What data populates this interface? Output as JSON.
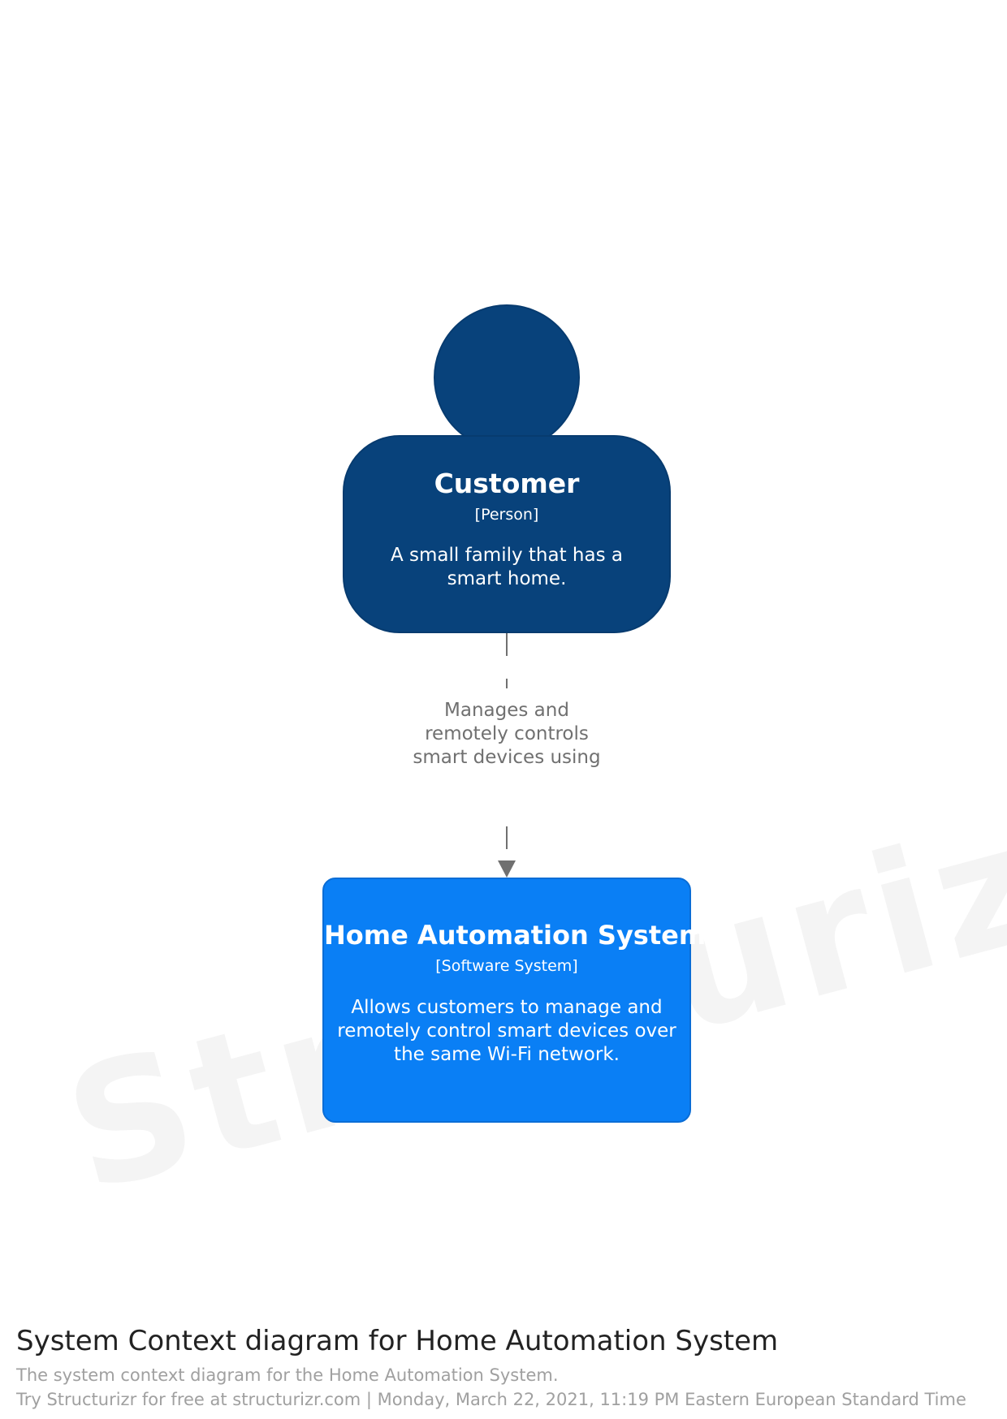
{
  "watermark": "Structurizr",
  "person": {
    "name": "Customer",
    "type": "[Person]",
    "description": "A small family that has a smart home.",
    "color": "#08427b"
  },
  "relationship": {
    "label": "Manages and remotely controls smart devices using",
    "color": "#707070",
    "style": "dashed"
  },
  "system": {
    "name": "Home Automation System",
    "type": "[Software System]",
    "description": "Allows customers to manage and remotely control smart devices over the same Wi-Fi network.",
    "color": "#0a7ff5"
  },
  "footer": {
    "title": "System Context diagram for Home Automation System",
    "description": "The system context diagram for the Home Automation System.",
    "meta": "Try Structurizr for free at structurizr.com | Monday, March 22, 2021, 11:19 PM Eastern European Standard Time"
  }
}
